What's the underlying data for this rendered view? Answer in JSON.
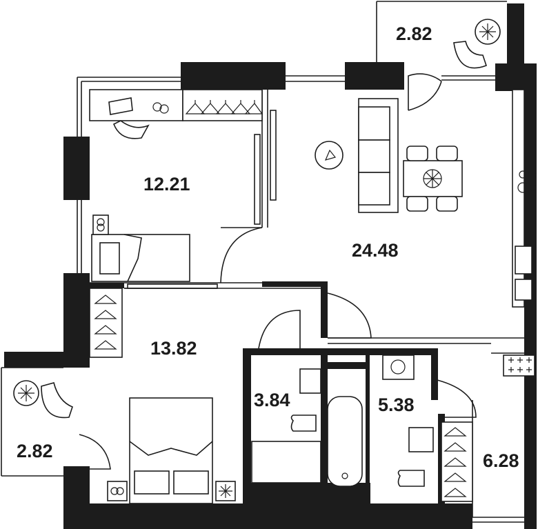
{
  "plan": {
    "rooms": [
      {
        "id": "balcony-top",
        "area": "2.82"
      },
      {
        "id": "study",
        "area": "12.21"
      },
      {
        "id": "living-kitchen",
        "area": "24.48"
      },
      {
        "id": "bedroom",
        "area": "13.82"
      },
      {
        "id": "bathroom",
        "area": "3.84"
      },
      {
        "id": "wc",
        "area": "5.38"
      },
      {
        "id": "hallway",
        "area": "6.28"
      },
      {
        "id": "balcony-left",
        "area": "2.82"
      }
    ]
  }
}
